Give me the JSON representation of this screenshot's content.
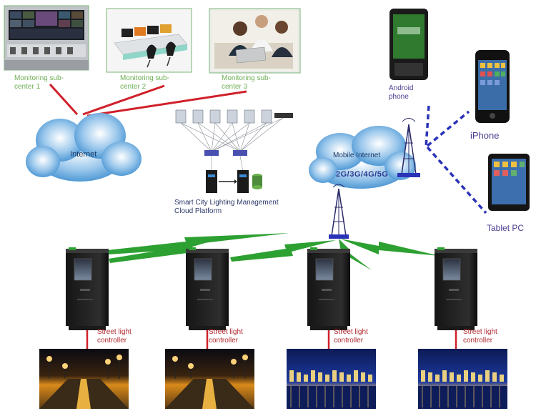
{
  "colors": {
    "wired": "#d0202a",
    "wireless": "#2da032",
    "mobile": "#2a33b8",
    "label_center": "#6fae55",
    "label_device": "#4a3b8f",
    "label_controller": "#b0282f",
    "cloud": "#5ba3d9",
    "cabinet": "#2a2a2a"
  },
  "labels": {
    "sub1": "Monitoring sub-center 1",
    "sub2": "Monitoring sub-center 2",
    "sub3": "Monitoring sub-center 3",
    "internet": "Internet",
    "platform": "Smart City Lighting Management Cloud Platform",
    "mobile_internet": "Mobile Internet",
    "network": "2G/3G/4G/5G",
    "android": "Android phone",
    "iphone": "iPhone",
    "tablet": "Tablet PC",
    "controller": "Street light controller"
  },
  "controllers": [
    {
      "label": "Street light controller",
      "scene": "road"
    },
    {
      "label": "Street light controller",
      "scene": "road"
    },
    {
      "label": "Street light controller",
      "scene": "port"
    },
    {
      "label": "Street light controller",
      "scene": "port"
    }
  ],
  "icons": [
    "monitor-wall-icon",
    "control-desk-icon",
    "office-meeting-icon",
    "server-icon",
    "switch-icon",
    "cell-tower-icon",
    "android-phone-icon",
    "iphone-icon",
    "tablet-icon",
    "cabinet-icon",
    "street-scene-icon"
  ]
}
